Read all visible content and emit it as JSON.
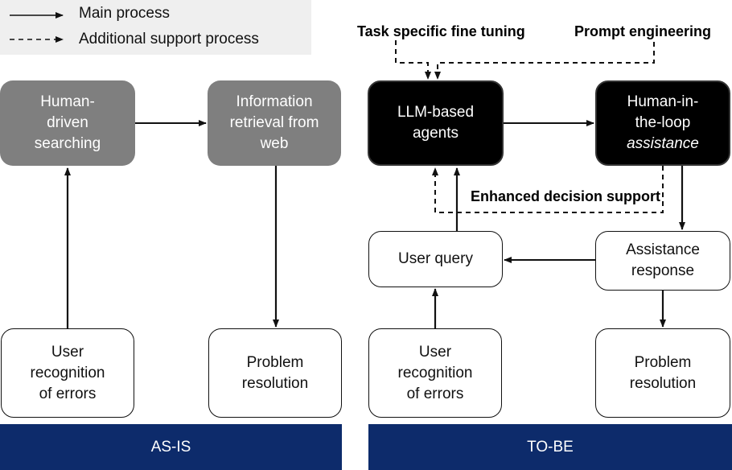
{
  "legend": {
    "main_label": "Main process",
    "support_label": "Additional support process"
  },
  "as_is": {
    "band_label": "AS-IS",
    "human_searching": [
      "Human-",
      "driven",
      "searching"
    ],
    "info_retrieval": [
      "Information",
      "retrieval from",
      "web"
    ],
    "user_recognition": [
      "User",
      "recognition",
      "of errors"
    ],
    "problem_resolution": [
      "Problem",
      "resolution"
    ]
  },
  "to_be": {
    "band_label": "TO-BE",
    "task_fine_tuning": "Task specific fine tuning",
    "prompt_engineering": "Prompt engineering",
    "enhanced_decision": "Enhanced decision support",
    "llm_agents": [
      "LLM-based",
      "agents"
    ],
    "human_in_loop": [
      "Human-in-",
      "the-loop",
      "assistance"
    ],
    "assistance_response": [
      "Assistance",
      "response"
    ],
    "user_query": [
      "User query"
    ],
    "user_recognition": [
      "User",
      "recognition",
      "of errors"
    ],
    "problem_resolution": [
      "Problem",
      "resolution"
    ]
  },
  "colors": {
    "grey_box": "#7f7f7f",
    "black_box": "#000000",
    "band": "#0d2b6b"
  }
}
